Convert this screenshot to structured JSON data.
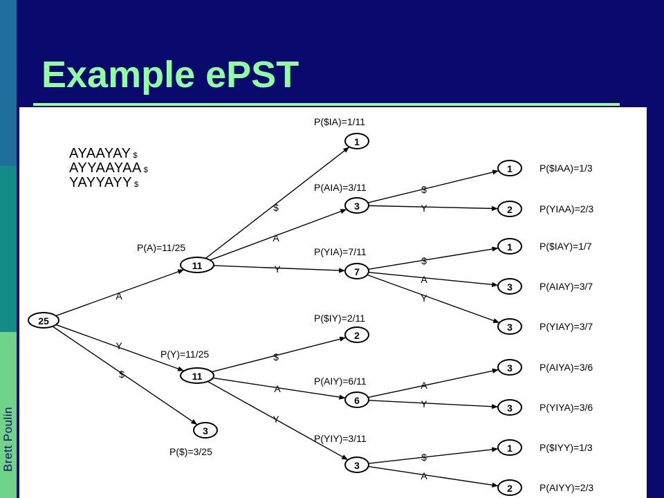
{
  "slide": {
    "title": "Example ePST",
    "author": "Brett Poulin",
    "colors": {
      "background": "#0a0a6e",
      "title": "#8fff9f"
    }
  },
  "sequences": [
    {
      "text": "AYAAYAY",
      "terminator": "$"
    },
    {
      "text": "AYYAAYAA",
      "terminator": "$"
    },
    {
      "text": "YAYYAYY",
      "terminator": "$"
    }
  ],
  "tree": {
    "nodes": [
      {
        "id": "root",
        "count": "25"
      },
      {
        "id": "A",
        "count": "11",
        "prob": "P(A)=11/25"
      },
      {
        "id": "Y",
        "count": "11",
        "prob": "P(Y)=11/25"
      },
      {
        "id": "$",
        "count": "3",
        "prob": "P($)=3/25"
      },
      {
        "id": "A$",
        "count": "1",
        "prob": "P($IA)=1/11"
      },
      {
        "id": "AA",
        "count": "3",
        "prob": "P(AIA)=3/11"
      },
      {
        "id": "AY",
        "count": "7",
        "prob": "P(YIA)=7/11"
      },
      {
        "id": "Y$",
        "count": "2",
        "prob": "P($IY)=2/11"
      },
      {
        "id": "YA",
        "count": "6",
        "prob": "P(AIY)=6/11"
      },
      {
        "id": "YY",
        "count": "3",
        "prob": "P(YIY)=3/11"
      },
      {
        "id": "AA$",
        "count": "1",
        "prob": "P($IAA)=1/3"
      },
      {
        "id": "AAY",
        "count": "2",
        "prob": "P(YIAA)=2/3"
      },
      {
        "id": "AY$",
        "count": "1",
        "prob": "P($IAY)=1/7"
      },
      {
        "id": "AYA",
        "count": "3",
        "prob": "P(AIAY)=3/7"
      },
      {
        "id": "AYY",
        "count": "3",
        "prob": "P(YIAY)=3/7"
      },
      {
        "id": "YAA",
        "count": "3",
        "prob": "P(AIYA)=3/6"
      },
      {
        "id": "YAY",
        "count": "3",
        "prob": "P(YIYA)=3/6"
      },
      {
        "id": "YY$",
        "count": "1",
        "prob": "P($IYY)=1/3"
      },
      {
        "id": "YYA",
        "count": "2",
        "prob": "P(AIYY)=2/3"
      }
    ],
    "edges": [
      {
        "from": "root",
        "to": "A",
        "label": "A"
      },
      {
        "from": "root",
        "to": "Y",
        "label": "Y"
      },
      {
        "from": "root",
        "to": "$",
        "label": "$"
      },
      {
        "from": "A",
        "to": "A$",
        "label": "$"
      },
      {
        "from": "A",
        "to": "AA",
        "label": "A"
      },
      {
        "from": "A",
        "to": "AY",
        "label": "Y"
      },
      {
        "from": "Y",
        "to": "Y$",
        "label": "$"
      },
      {
        "from": "Y",
        "to": "YA",
        "label": "A"
      },
      {
        "from": "Y",
        "to": "YY",
        "label": "Y"
      },
      {
        "from": "AA",
        "to": "AA$",
        "label": "$"
      },
      {
        "from": "AA",
        "to": "AAY",
        "label": "Y"
      },
      {
        "from": "AY",
        "to": "AY$",
        "label": "$"
      },
      {
        "from": "AY",
        "to": "AYA",
        "label": "A"
      },
      {
        "from": "AY",
        "to": "AYY",
        "label": "Y"
      },
      {
        "from": "YA",
        "to": "YAA",
        "label": "A"
      },
      {
        "from": "YA",
        "to": "YAY",
        "label": "Y"
      },
      {
        "from": "YY",
        "to": "YY$",
        "label": "$"
      },
      {
        "from": "YY",
        "to": "YYA",
        "label": "A"
      }
    ]
  }
}
